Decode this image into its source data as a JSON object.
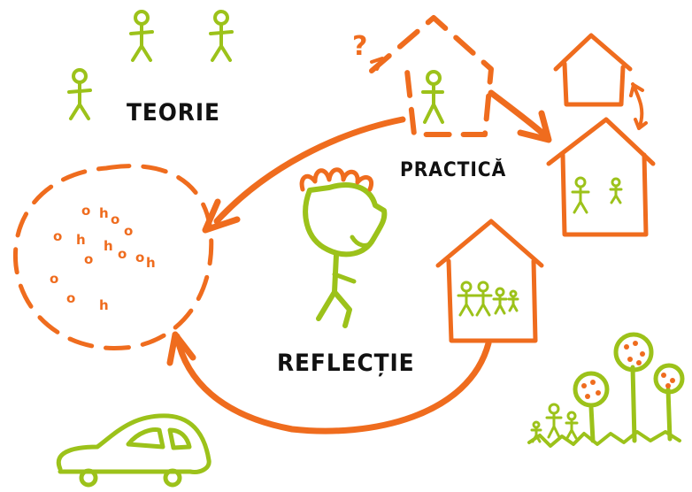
{
  "labels": {
    "teorie": "TEORIE",
    "practica": "PRACTICĂ",
    "reflectie": "REFLECȚIE"
  },
  "sketch_marks": {
    "question_mark": "?",
    "thought_glyphs": [
      "o",
      "h",
      "o",
      "o",
      "o",
      "h",
      "h",
      "o",
      "o",
      "o",
      "h",
      "o",
      "o",
      "h"
    ]
  },
  "colors": {
    "orange": "#ef6c1e",
    "green": "#9cc21a",
    "text": "#111111",
    "background": "#ffffff"
  }
}
